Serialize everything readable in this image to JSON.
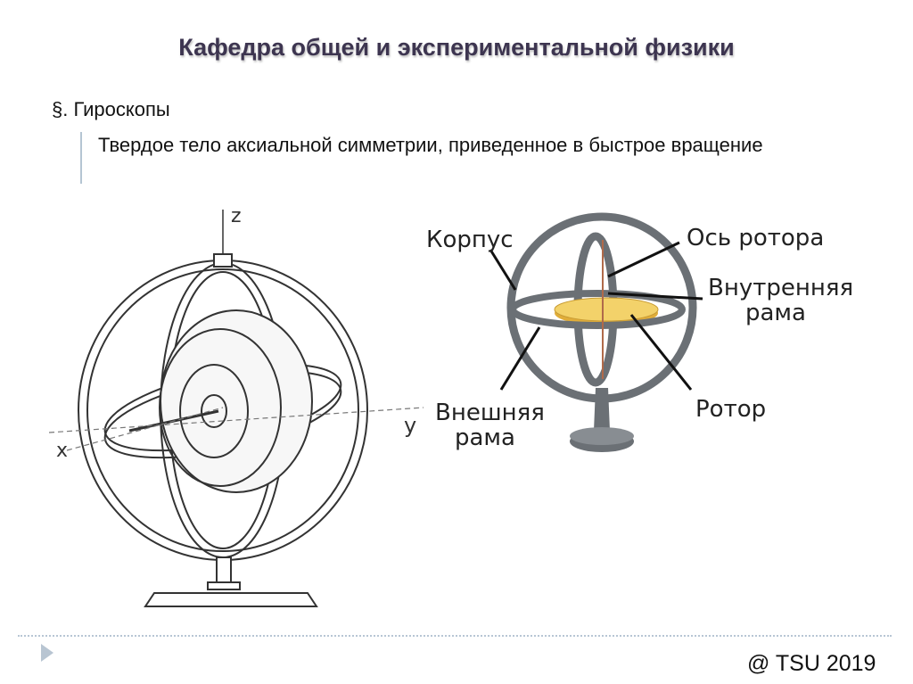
{
  "title": "Кафедра общей и экспериментальной физики",
  "section": "§. Гироскопы",
  "bullet": "Твердое тело аксиальной симметрии, приведенное в быстрое вращение",
  "left_figure": {
    "axis_z": "z",
    "axis_y": "y",
    "axis_x": "x"
  },
  "right_figure": {
    "label_body": "Корпус",
    "label_axis_line1": "Ось ротора",
    "label_inner_line1": "Внутренняя",
    "label_inner_line2": "рама",
    "label_rotor": "Ротор",
    "label_outer_line1": "Внешняя",
    "label_outer_line2": "рама",
    "colors": {
      "frame": "#6b7075",
      "rotor": "#f3d26a",
      "axis_line": "#b06a4a"
    }
  },
  "footer": "@ TSU 2019",
  "nav": {
    "arrow_icon": "triangle-right-icon"
  }
}
